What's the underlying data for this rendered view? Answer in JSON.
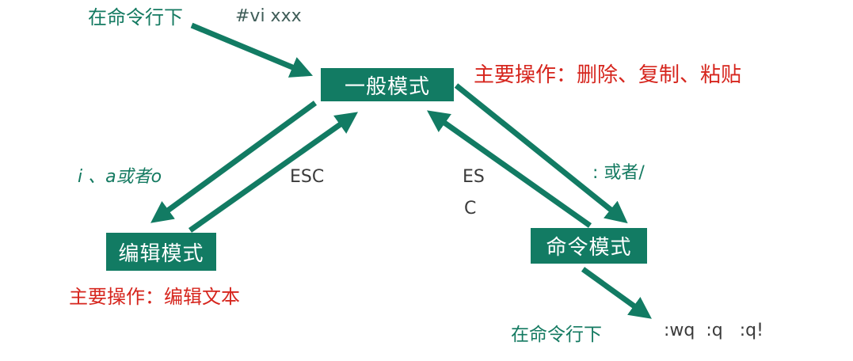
{
  "colors": {
    "node_fill": "#127b63",
    "node_text": "#ffffff",
    "arrow": "#127b63",
    "label_green": "#147a61",
    "label_red": "#d6261e",
    "label_gray": "#3b3b3b"
  },
  "nodes": {
    "normal": "一般模式",
    "edit": "编辑模式",
    "command": "命令模式"
  },
  "labels": {
    "start_prefix": "在命令行下",
    "start_cmd": "#vi xxx",
    "normal_ops": "主要操作：删除、复制、粘贴",
    "to_edit_keys": "i 、a或者o",
    "esc_left": "ESC",
    "esc_right_1": "ES",
    "esc_right_2": "C",
    "to_cmd_keys": ": 或者/",
    "edit_ops": "主要操作：编辑文本",
    "exit_prefix": "在命令行下",
    "exit_cmds": ":wq  :q   :q!"
  }
}
